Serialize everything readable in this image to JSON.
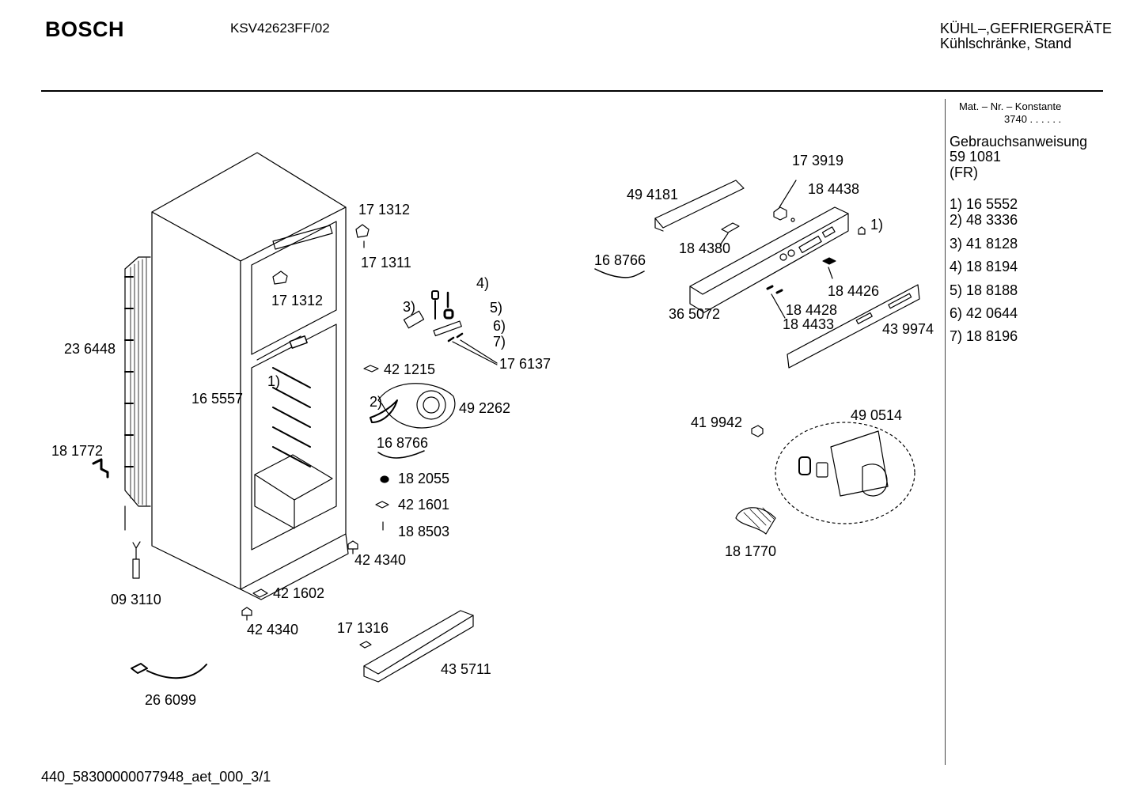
{
  "header": {
    "brand": "BOSCH",
    "model": "KSV42623FF/02",
    "category_line1": "KÜHL–,GEFRIERGERÄTE",
    "category_line2": "Kühlschränke, Stand"
  },
  "sidebar": {
    "mat_label": "Mat. – Nr. – Konstante",
    "mat_value": "3740  .  .  .  .  .  .",
    "manual_label": "Gebrauchsanweisung",
    "manual_number": "59 1081",
    "manual_lang": "(FR)",
    "legend": [
      {
        "key": "1)",
        "part": "16 5552"
      },
      {
        "key": "2)",
        "part": "48 3336"
      },
      {
        "key": "3)",
        "part": "41 8128"
      },
      {
        "key": "4)",
        "part": "18 8194"
      },
      {
        "key": "5)",
        "part": "18 8188"
      },
      {
        "key": "6)",
        "part": "42 0644"
      },
      {
        "key": "7)",
        "part": "18 8196"
      }
    ]
  },
  "labels": [
    "17 1312",
    "17 1311",
    "17 1312",
    "23 6448",
    "16 5557",
    "1)",
    "18 1772",
    "09 3110",
    "42 1602",
    "42 4340",
    "42 4340",
    "26 6099",
    "17 1316",
    "43 5711",
    "4)",
    "5)",
    "3)",
    "6)",
    "7)",
    "17 6137",
    "42 1215",
    "2)",
    "49 2262",
    "16 8766",
    "18 2055",
    "42 1601",
    "18 8503",
    "49 4181",
    "17 3919",
    "18 4438",
    "1)",
    "16 8766",
    "18 4380",
    "18 4426",
    "36 5072",
    "18 4428",
    "18 4433",
    "43 9974",
    "41 9942",
    "49 0514",
    "18 1770"
  ],
  "footer": {
    "code": "440_58300000077948_aet_000_3/1"
  }
}
